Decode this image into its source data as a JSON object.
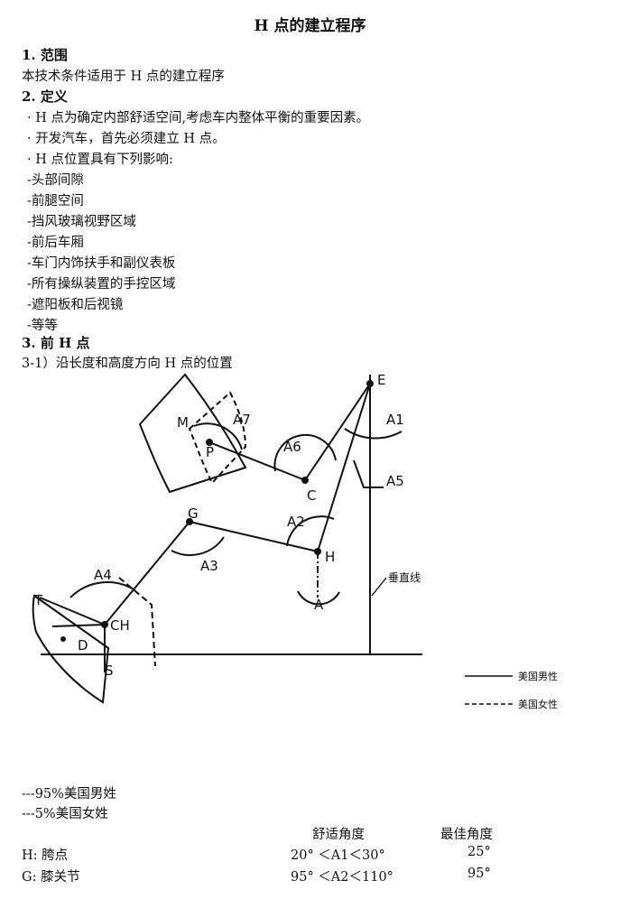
{
  "title": "H 点的建立程序",
  "sections": {
    "s1_heading": "1.  范围",
    "s1_text": "本技术条件适用于 H 点的建立程序",
    "s2_heading": "2.  定义",
    "s2_bullets": [
      "· H 点为确定内部舒适空间,考虑车内整体平衡的重要因素。",
      "· 开发汽车，首先必须建立 H 点。",
      "· H 点位置具有下列影响:"
    ],
    "s2_items": [
      "-头部间隙",
      "-前腿空间",
      "-挡风玻璃视野区域",
      "-前后车厢",
      "-车门内饰扶手和副仪表板",
      "-所有操纵装置的手控区域",
      "-遮阳板和后视镜",
      "-等等"
    ],
    "s3_heading": "3.  前 H 点",
    "s3_sub": "3-1）沿长度和高度方向 H 点的位置"
  },
  "figure": {
    "labels": {
      "E": "E",
      "A1": "A1",
      "A5": "A5",
      "M": "M",
      "A7": "A7",
      "P": "P",
      "A6": "A6",
      "C": "C",
      "A2": "A2",
      "G": "G",
      "H": "H",
      "A3": "A3",
      "A4": "A4",
      "A": "A",
      "T": "T",
      "CH": "CH",
      "D": "D",
      "S": "S"
    },
    "vertical_line_label": "垂直线",
    "legend": {
      "male": "美国男性",
      "female": "美国女性"
    }
  },
  "notes": {
    "male": "---95%美国男姓",
    "female": "---5%美国女姓"
  },
  "table": {
    "header_comfort": "舒适角度",
    "header_best": "最佳角度",
    "rows": [
      {
        "label": "H:  胯点",
        "comfort": "20° ＜A1＜30°",
        "best": "25°"
      },
      {
        "label": "G:  膝关节",
        "comfort": "95° ＜A2＜110°",
        "best": "95°"
      }
    ]
  }
}
